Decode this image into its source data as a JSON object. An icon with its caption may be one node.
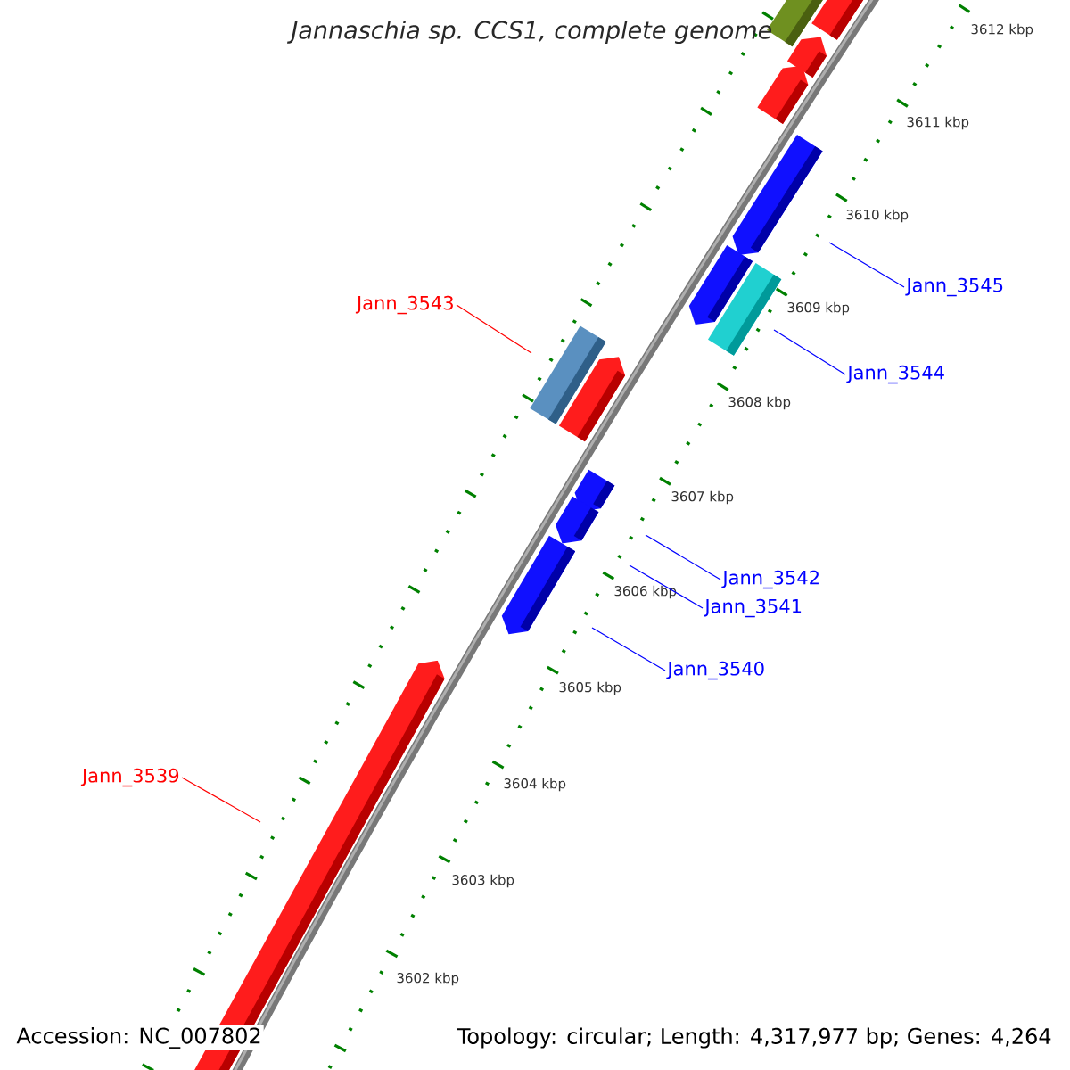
{
  "diagram": {
    "title": "Jannaschia sp. CCS1, complete genome",
    "nodes": [
      {
        "text": [
          "Jann_3543"
        ]
      },
      {
        "text": [
          "Jann_3545"
        ]
      },
      {
        "text": [
          "Jann_3544"
        ]
      },
      {
        "text": [
          "Jann_3542"
        ]
      },
      {
        "text": [
          "Jann_3541"
        ]
      },
      {
        "text": [
          "Jann_3540"
        ]
      },
      {
        "text": [
          "Jann_3539"
        ]
      }
    ],
    "edges": [
      {
        "from": 0,
        "to": null,
        "arrow": "none",
        "color": "#ff0000"
      },
      {
        "from": 1,
        "to": null,
        "arrow": "none"
      },
      {
        "from": 2,
        "to": null,
        "arrow": "none"
      },
      {
        "from": 3,
        "to": null,
        "arrow": "none"
      },
      {
        "from": 4,
        "to": null,
        "arrow": "none"
      },
      {
        "from": 5,
        "to": null,
        "arrow": "none"
      },
      {
        "from": 6,
        "to": null,
        "arrow": "none",
        "color": "#ff0000"
      }
    ],
    "labels": [
      "3612 kbp",
      "3611 kbp",
      "3610 kbp",
      "3609 kbp",
      "3608 kbp",
      "3607 kbp",
      "3606 kbp",
      "3605 kbp",
      "3604 kbp",
      "3603 kbp",
      "3602 kbp",
      "Accession: NC_007802",
      "Topology: circular; Length: 4,317,977 bp; Genes: 4,264"
    ]
  }
}
